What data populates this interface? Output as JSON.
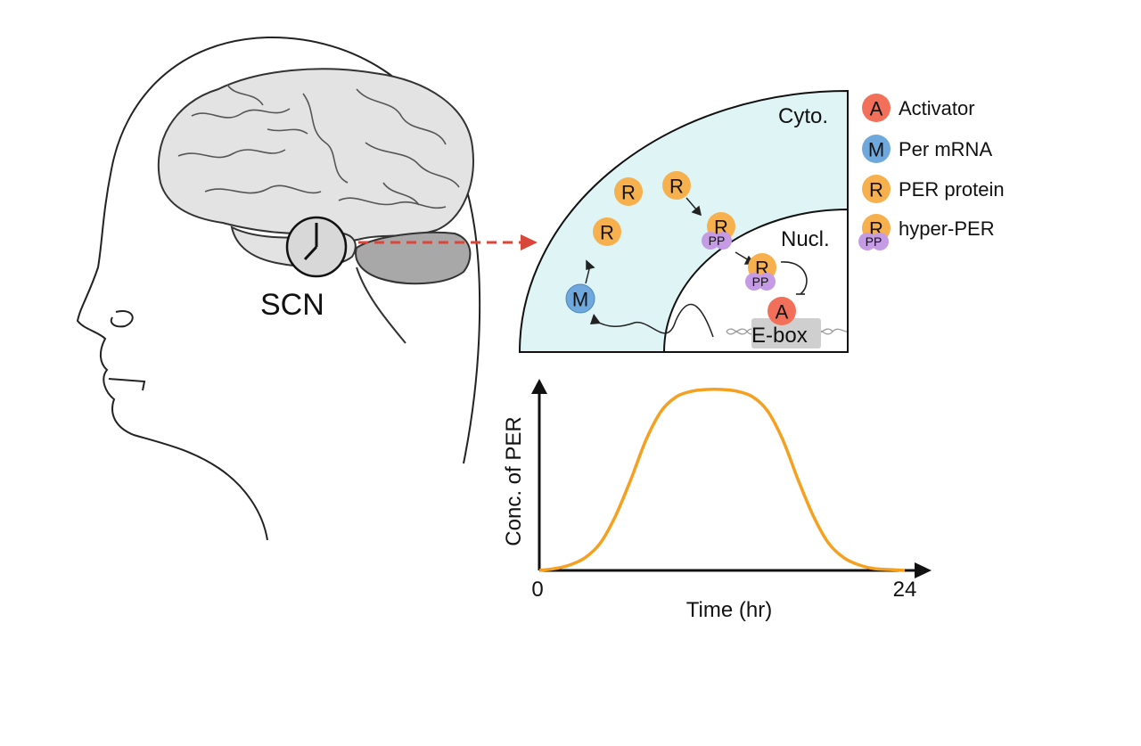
{
  "diagram": {
    "scn_label": "SCN",
    "cyto_label": "Cyto.",
    "nucl_label": "Nucl.",
    "ebox_label": "E-box",
    "molecules": {
      "activator": "A",
      "mrna": "M",
      "per": "R",
      "phospho": "PP"
    },
    "legend": [
      {
        "symbol": "A",
        "label": "Activator"
      },
      {
        "symbol": "M",
        "label": "Per mRNA"
      },
      {
        "symbol": "R",
        "label": "PER protein"
      },
      {
        "symbol": "R",
        "label": "hyper-PER"
      }
    ]
  },
  "chart_data": {
    "type": "line",
    "xlabel": "Time (hr)",
    "ylabel": "Conc. of PER",
    "xlim": [
      0,
      24
    ],
    "x_tick_labels": [
      "0",
      "24"
    ],
    "series": [
      {
        "x": [
          0,
          1,
          2,
          3,
          4,
          5,
          6,
          7,
          8,
          9,
          10,
          11,
          12,
          13,
          14,
          15,
          16,
          17,
          18,
          19,
          20,
          21,
          22,
          23,
          24
        ],
        "y": [
          0.0,
          0.01,
          0.03,
          0.07,
          0.15,
          0.3,
          0.5,
          0.72,
          0.88,
          0.96,
          0.99,
          1.0,
          1.0,
          0.99,
          0.96,
          0.88,
          0.72,
          0.5,
          0.3,
          0.15,
          0.07,
          0.03,
          0.01,
          0.005,
          0.0
        ],
        "color": "#f5a01e"
      }
    ]
  },
  "colors": {
    "activator": "#f2705a",
    "mrna": "#6fa8dc",
    "per": "#f6b04e",
    "phospho": "#c69be6",
    "cyto_fill": "#dff5f5",
    "arrow_red": "#d9463a",
    "curve": "#f5a01e"
  }
}
